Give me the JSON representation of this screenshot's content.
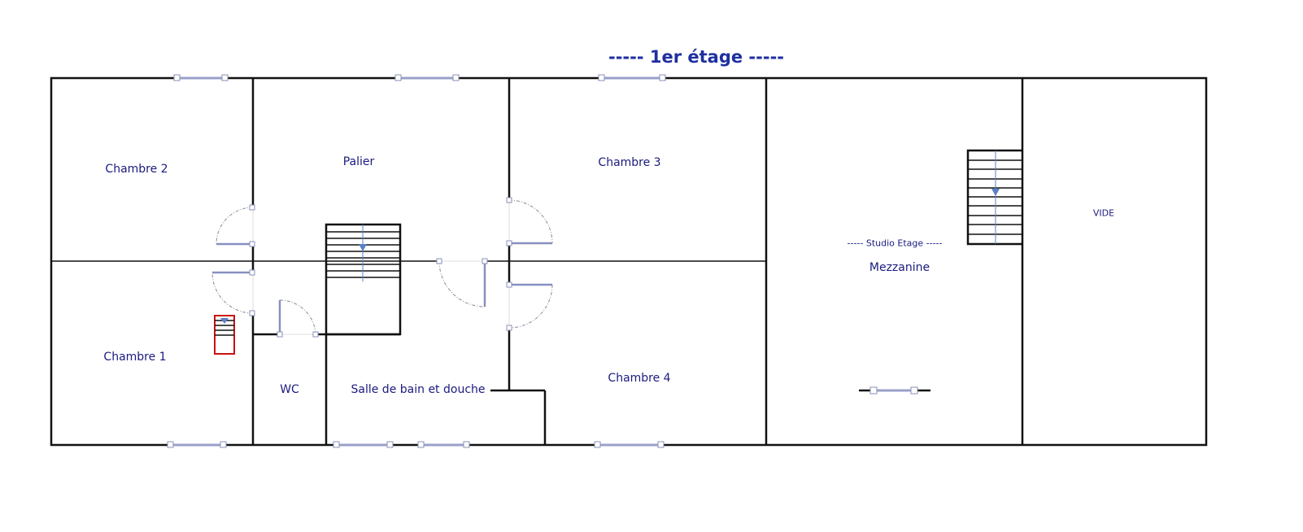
{
  "title": "-----  1er étage  -----",
  "rooms": {
    "chambre2": "Chambre 2",
    "palier": "Palier",
    "chambre3": "Chambre 3",
    "chambre1": "Chambre 1",
    "wc": "WC",
    "salle_de_bain": "Salle de bain et douche",
    "chambre4": "Chambre 4",
    "studio": "----- Studio Etage -----",
    "mezzanine": "Mezzanine",
    "vide": "VIDE"
  },
  "colors": {
    "text": "#1a1a80",
    "walls": "#111111",
    "stair_arrow": "#5b7fc8",
    "highlight": "#cc1111"
  }
}
